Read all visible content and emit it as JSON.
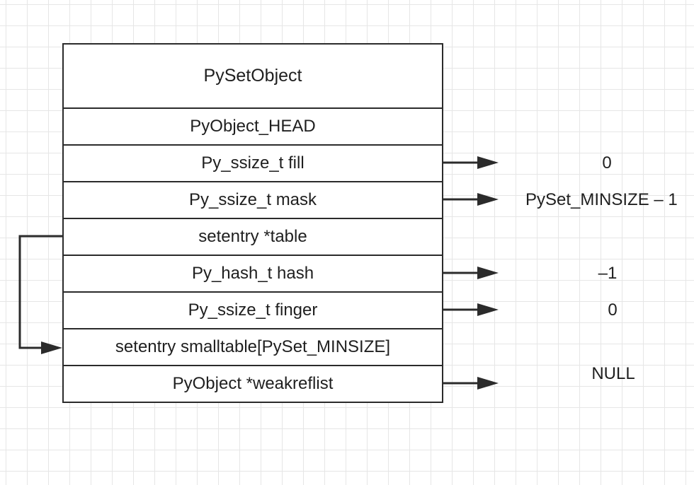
{
  "struct": {
    "title": "PySetObject",
    "fields": [
      "PyObject_HEAD",
      "Py_ssize_t fill",
      "Py_ssize_t mask",
      "setentry *table",
      "Py_hash_t hash",
      "Py_ssize_t finger",
      "setentry smalltable[PySet_MINSIZE]",
      "PyObject *weakreflist"
    ]
  },
  "values": {
    "fill": "0",
    "mask": "PySet_MINSIZE – 1",
    "hash": "–1",
    "finger": "0",
    "weakreflist": "NULL"
  },
  "colors": {
    "line": "#2b2b2b",
    "grid": "#e6e6e6",
    "text": "#1f1f1f"
  }
}
